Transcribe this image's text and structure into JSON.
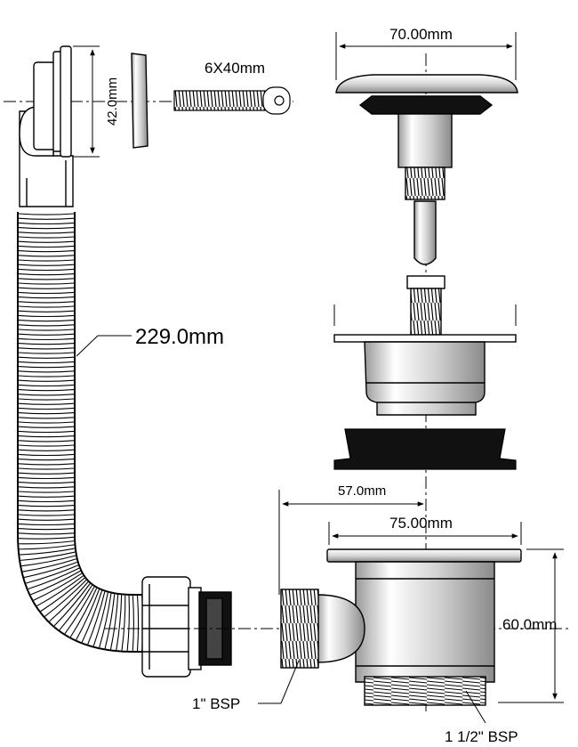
{
  "labels": {
    "overflow_height": "42.0mm",
    "screw": "6X40mm",
    "cap_width": "70.00mm",
    "hose_length": "229.0mm",
    "waste_offset": "57.0mm",
    "flange_width": "75.00mm",
    "body_height": "60.0mm",
    "inlet_thread": "1\" BSP",
    "outlet_thread": "1 1/2\" BSP"
  },
  "colors": {
    "line": "#000000",
    "part_fill": "#ffffff",
    "rubber": "#111111",
    "shade": "#d9d9d9"
  }
}
